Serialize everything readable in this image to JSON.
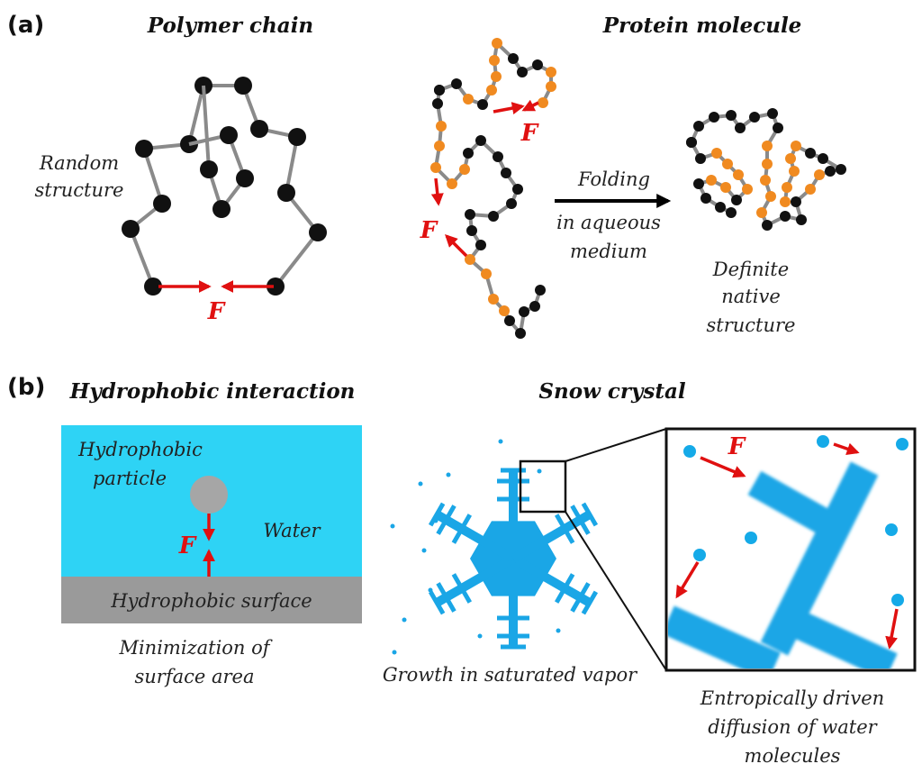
{
  "panel_a": {
    "label": "(a)",
    "polymer_title": "Polymer chain",
    "polymer_caption": [
      "Random",
      "structure"
    ],
    "protein_title": "Protein molecule",
    "force": "F",
    "folding_caption": [
      "Folding",
      "in aqueous",
      "medium"
    ],
    "native_caption": [
      "Definite",
      "native",
      "structure"
    ]
  },
  "panel_b": {
    "label": "(b)",
    "hydrophobic_title": "Hydrophobic interaction",
    "particle_label": [
      "Hydrophobic",
      "particle"
    ],
    "water_label": "Water",
    "surface_label": "Hydrophobic surface",
    "hydrophobic_caption": [
      "Minimization of",
      "surface area"
    ],
    "snow_title": "Snow crystal",
    "snow_caption": "Growth in saturated vapor",
    "zoom_caption": [
      "Entropically driven",
      "diffusion of water",
      "molecules"
    ],
    "force": "F"
  },
  "colors": {
    "hydrophobic_bead": "#f08a20",
    "hydrophilic_bead": "#111111",
    "water": "#2ed3f5",
    "surface": "#9a9a9a",
    "ice": "#1aa6e6",
    "force_arrow": "#e01010"
  }
}
